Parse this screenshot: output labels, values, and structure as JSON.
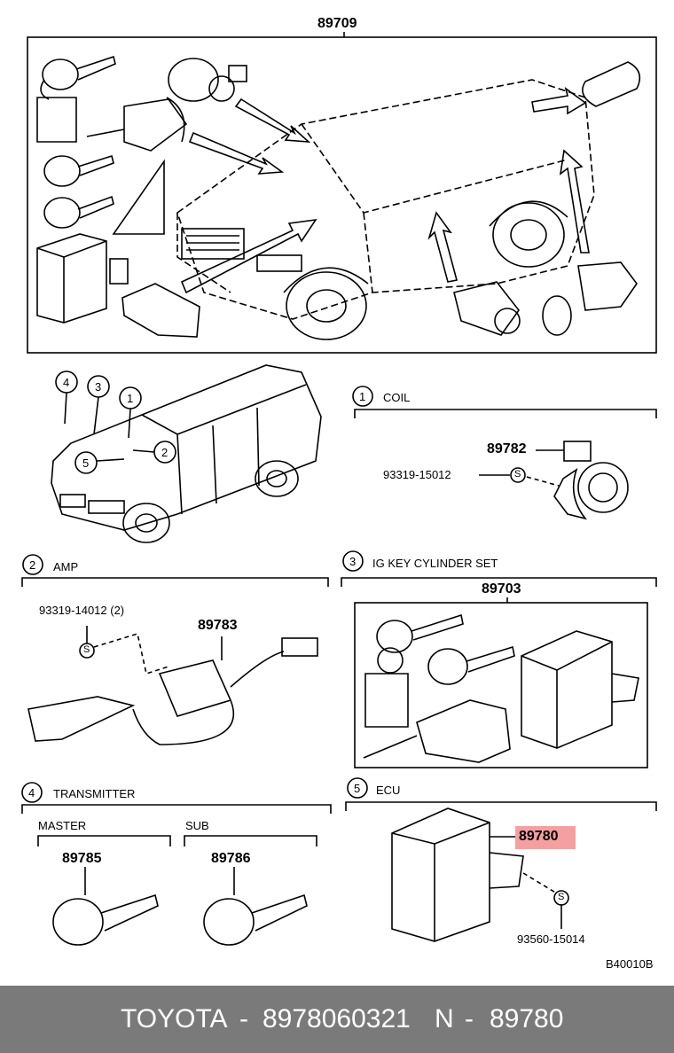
{
  "main_group": {
    "part_no": "89709"
  },
  "locator": {
    "callouts": [
      "1",
      "2",
      "3",
      "4",
      "5"
    ]
  },
  "coil": {
    "index": "1",
    "title": "COIL",
    "part_no": "89782",
    "screw_no": "93319-15012"
  },
  "amp": {
    "index": "2",
    "title": "AMP",
    "part_no": "89783",
    "screw_no": "93319-14012 (2)"
  },
  "ig_key": {
    "index": "3",
    "title": "IG KEY CYLINDER SET",
    "part_no": "89703"
  },
  "transmitter": {
    "index": "4",
    "title": "TRANSMITTER",
    "master_label": "MASTER",
    "master_part": "89785",
    "sub_label": "SUB",
    "sub_part": "89786"
  },
  "ecu": {
    "index": "5",
    "title": "ECU",
    "part_no": "89780",
    "screw_no": "93560-15014",
    "highlight_color": "#f4a0a0"
  },
  "screw_symbol": "S",
  "figure_code": "B40010B",
  "footer": {
    "brand": "TOYOTA",
    "sep1": "-",
    "oem_number": "8978060321",
    "n_label": "N",
    "sep2": "-",
    "n_value": "89780",
    "bg_color": "#7a7a7a"
  }
}
